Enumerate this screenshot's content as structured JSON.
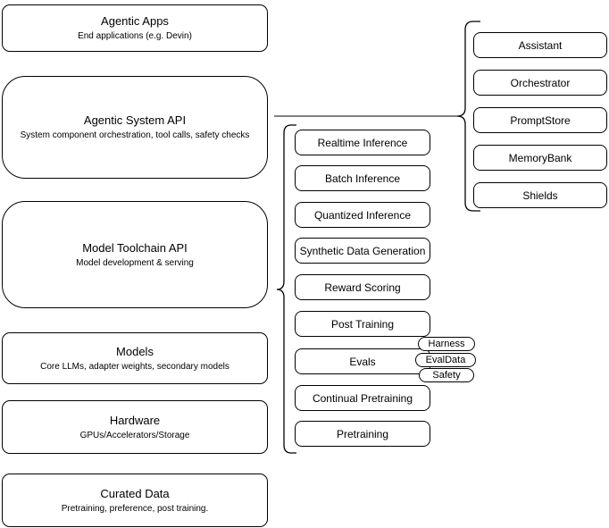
{
  "colors": {
    "background": "#ffffff",
    "box_fill": "#ffffff",
    "box_border": "#000000",
    "text": "#000000",
    "connector_gray": "#808080",
    "brace_stroke": "#000000"
  },
  "left_stack": [
    {
      "title": "Agentic Apps",
      "subtitle": "End applications (e.g. Devin)"
    },
    {
      "title": "Agentic System API",
      "subtitle": "System component orchestration, tool calls, safety checks"
    },
    {
      "title": "Model Toolchain API",
      "subtitle": "Model development & serving"
    },
    {
      "title": "Models",
      "subtitle": "Core LLMs, adapter weights, secondary models"
    },
    {
      "title": "Hardware",
      "subtitle": "GPUs/Accelerators/Storage"
    },
    {
      "title": "Curated Data",
      "subtitle": "Pretraining, preference, post training."
    }
  ],
  "toolchain_items": [
    "Realtime Inference",
    "Batch Inference",
    "Quantized Inference",
    "Synthetic Data Generation",
    "Reward Scoring",
    "Post Training",
    "Evals",
    "Continual Pretraining",
    "Pretraining"
  ],
  "eval_tags": [
    "Harness",
    "EvalData",
    "Safety"
  ],
  "system_components": [
    "Assistant",
    "Orchestrator",
    "PromptStore",
    "MemoryBank",
    "Shields"
  ]
}
